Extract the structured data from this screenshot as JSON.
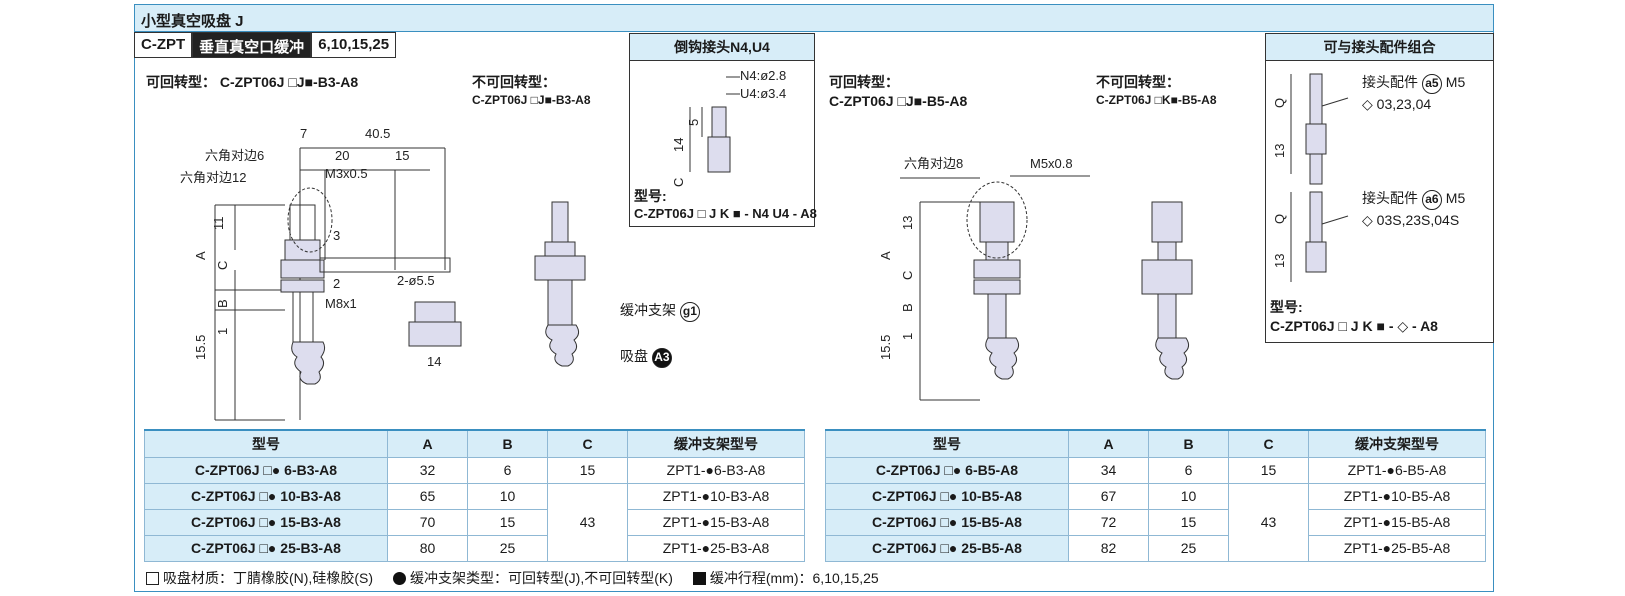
{
  "header": {
    "title": "小型真空吸盘 J",
    "series": "C-ZPT",
    "description": "垂直真空口缓冲",
    "strokes": "6,10,15,25"
  },
  "left_section": {
    "rotatable_label": "可回转型：",
    "rotatable_model": "C-ZPT06J □J■-B3-A8",
    "non_rotatable_label": "不可回转型：",
    "non_rotatable_model": "C-ZPT06J □J■-B3-A8"
  },
  "barb_box": {
    "title": "倒钩接头N4,U4",
    "dims": [
      "N4:ø2.8",
      "U4:ø3.4",
      "5",
      "14",
      "C"
    ],
    "model_label": "型号:",
    "model": "C-ZPT06J □ J K ■ - N4 U4 - A8"
  },
  "right_section": {
    "rotatable_label": "可回转型：",
    "rotatable_model": "C-ZPT06J □J■-B5-A8",
    "non_rotatable_label": "不可回转型：",
    "non_rotatable_model": "C-ZPT06J □K■-B5-A8"
  },
  "fitting_box": {
    "title": "可与接头配件组合",
    "fitting1": "接头配件",
    "fitting1_code": "a5",
    "fitting1_thread": "M5",
    "fitting1_options": "◇ 03,23,04",
    "fitting2": "接头配件",
    "fitting2_code": "a6",
    "fitting2_thread": "M5",
    "fitting2_options": "◇ 03S,23S,04S",
    "dims": [
      "Q",
      "13",
      "Q",
      "13"
    ],
    "model_label": "型号:",
    "model": "C-ZPT06J □ J K ■ - ◇ - A8"
  },
  "drawing_left": {
    "dims": [
      "7",
      "40.5",
      "六角对边6",
      "20",
      "15",
      "六角对边12",
      "M3x0.5",
      "11",
      "3",
      "A",
      "C",
      "2",
      "2-ø5.5",
      "B",
      "M8x1",
      "15.5",
      "1",
      "14"
    ],
    "buffer_label": "缓冲支架",
    "buffer_code": "g1",
    "pad_label": "吸盘",
    "pad_code": "A3"
  },
  "drawing_right": {
    "dims": [
      "六角对边8",
      "M5x0.8",
      "13",
      "A",
      "C",
      "B",
      "15.5",
      "1"
    ]
  },
  "table_left": {
    "headers": [
      "型号",
      "A",
      "B",
      "C",
      "缓冲支架型号"
    ],
    "rows": [
      [
        "C-ZPT06J □● 6-B3-A8",
        "32",
        "6",
        "15",
        "ZPT1-●6-B3-A8"
      ],
      [
        "C-ZPT06J □● 10-B3-A8",
        "65",
        "10",
        "",
        "ZPT1-●10-B3-A8"
      ],
      [
        "C-ZPT06J □● 15-B3-A8",
        "70",
        "15",
        "43",
        "ZPT1-●15-B3-A8"
      ],
      [
        "C-ZPT06J □● 25-B3-A8",
        "80",
        "25",
        "",
        "ZPT1-●25-B3-A8"
      ]
    ]
  },
  "table_right": {
    "headers": [
      "型号",
      "A",
      "B",
      "C",
      "缓冲支架型号"
    ],
    "rows": [
      [
        "C-ZPT06J □● 6-B5-A8",
        "34",
        "6",
        "15",
        "ZPT1-●6-B5-A8"
      ],
      [
        "C-ZPT06J □● 10-B5-A8",
        "67",
        "10",
        "",
        "ZPT1-●10-B5-A8"
      ],
      [
        "C-ZPT06J □● 15-B5-A8",
        "72",
        "15",
        "43",
        "ZPT1-●15-B5-A8"
      ],
      [
        "C-ZPT06J □● 25-B5-A8",
        "82",
        "25",
        "",
        "ZPT1-●25-B5-A8"
      ]
    ]
  },
  "legend": {
    "square": "吸盘材质：丁腈橡胶(N),硅橡胶(S)",
    "dot": "缓冲支架类型：可回转型(J),不可回转型(K)",
    "black_square": "缓冲行程(mm)：6,10,15,25"
  }
}
